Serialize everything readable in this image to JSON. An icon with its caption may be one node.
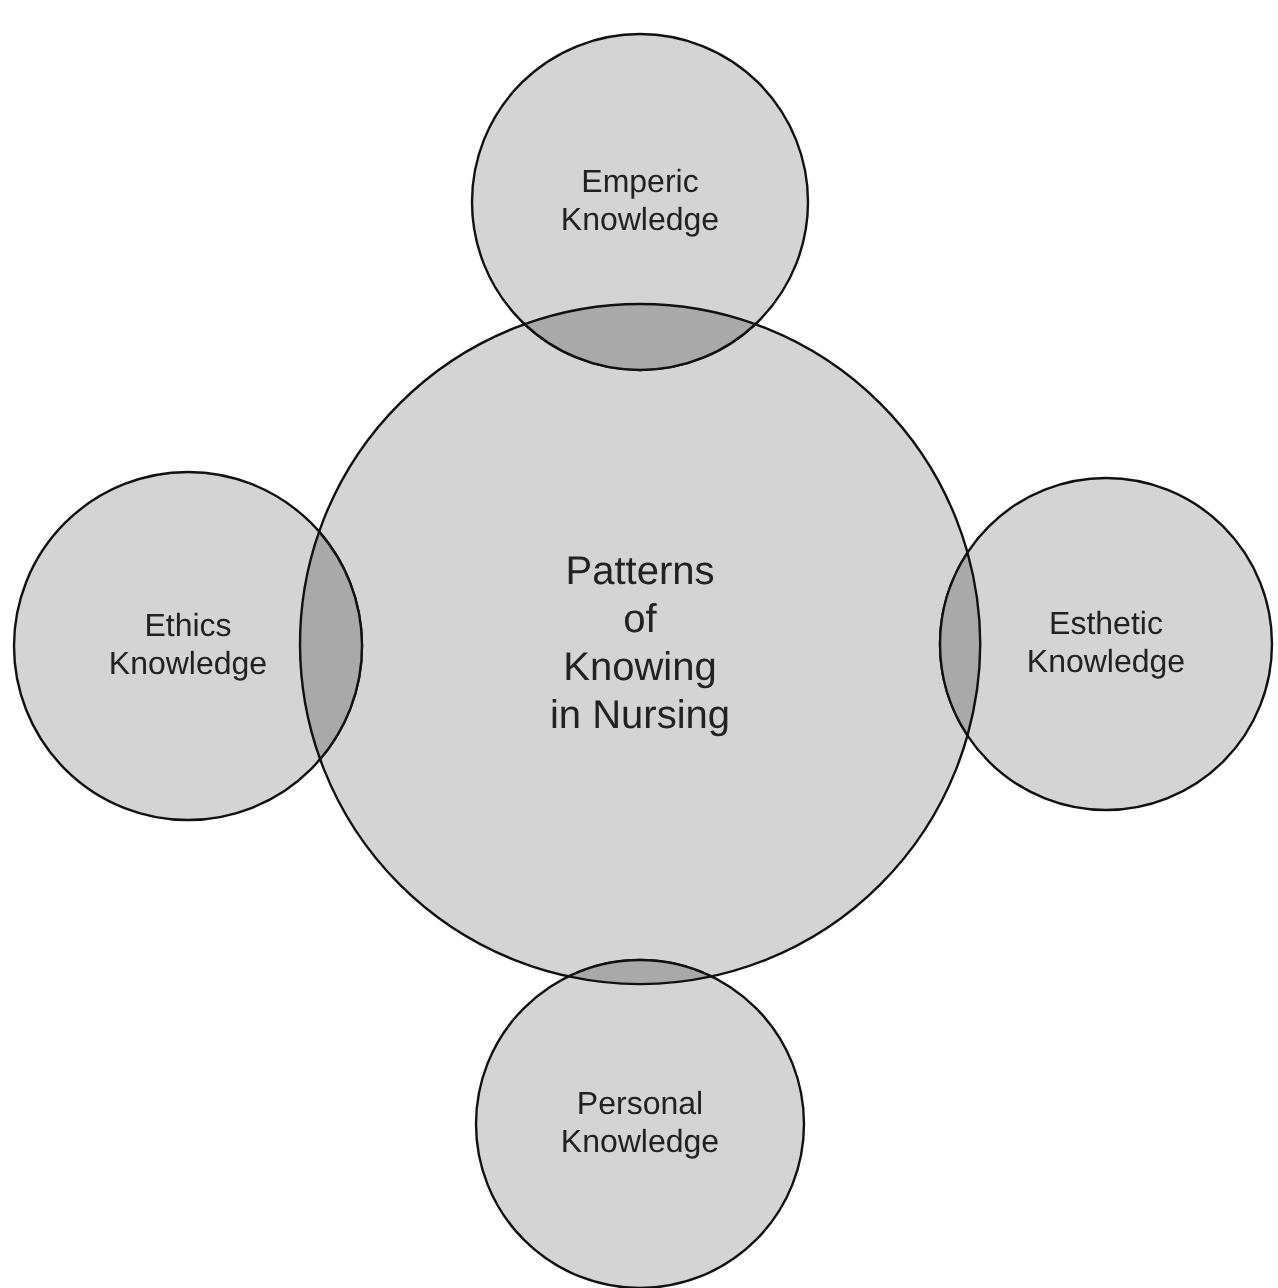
{
  "diagram": {
    "nodes": [
      {
        "text": [
          "Patterns of Knowing in Nursing"
        ]
      },
      {
        "text": [
          "Emperic Knowledge"
        ]
      },
      {
        "text": [
          "Ethics Knowledge"
        ]
      },
      {
        "text": [
          "Esthetic Knowledge"
        ]
      },
      {
        "text": [
          "Personal Knowledge"
        ]
      }
    ]
  }
}
